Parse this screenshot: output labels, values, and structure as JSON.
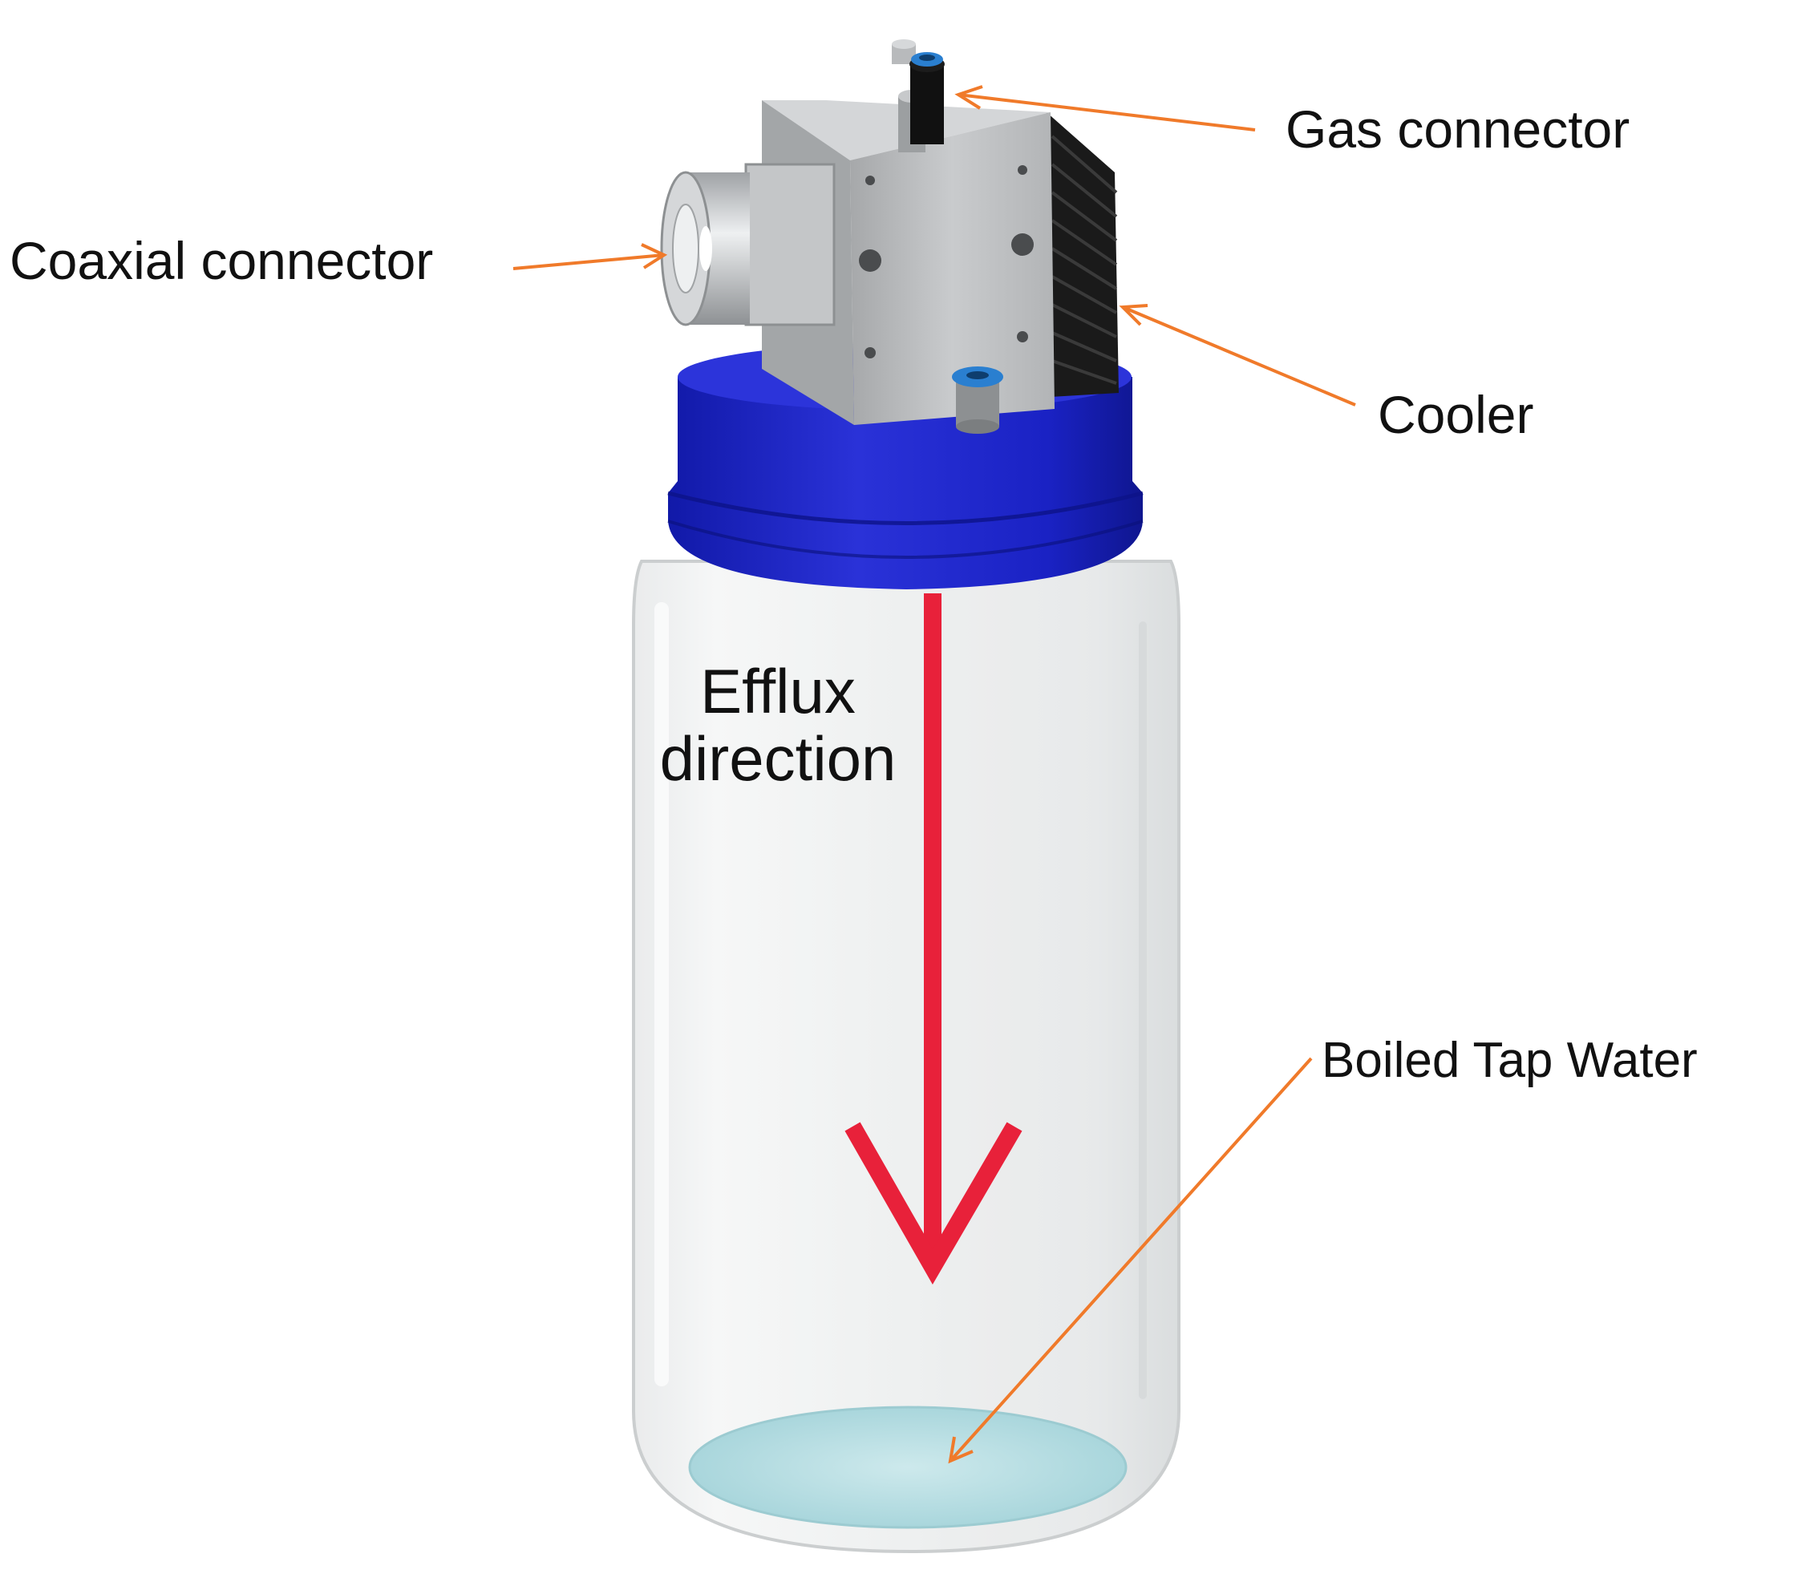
{
  "labels": {
    "gas_connector": "Gas connector",
    "coaxial_connector": "Coaxial connector",
    "cooler": "Cooler",
    "efflux_line1": "Efflux",
    "efflux_line2": "direction",
    "boiled_tap_water": "Boiled Tap Water"
  },
  "colors": {
    "cap": "#1a21c9",
    "arrow": "#e8213a",
    "leader": "#f07a2a",
    "heatsink": "#1a1a1a",
    "body_metal": "#b9bbbd",
    "water": "#bfe3e8",
    "fitting": "#2a7fd0"
  },
  "icons": {
    "cap": "blue-screw-cap",
    "heatsink": "black-finned-cooler",
    "fitting": "blue-push-fitting"
  }
}
